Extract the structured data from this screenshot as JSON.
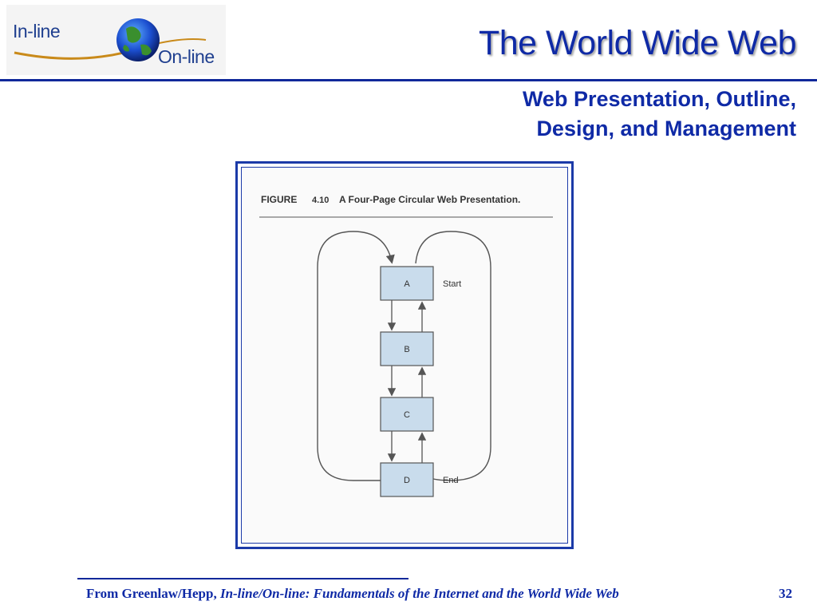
{
  "header": {
    "logo_text_1": "In-line",
    "logo_text_2": "On-line",
    "title": "The World Wide Web",
    "subtitle_line1": "Web Presentation, Outline,",
    "subtitle_line2": "Design, and Management"
  },
  "figure": {
    "caption_label": "FIGURE",
    "caption_number": "4.10",
    "caption_text": "A Four-Page Circular Web Presentation.",
    "nodes": [
      {
        "label": "A",
        "note": "Start"
      },
      {
        "label": "B",
        "note": ""
      },
      {
        "label": "C",
        "note": ""
      },
      {
        "label": "D",
        "note": "End"
      }
    ]
  },
  "footer": {
    "source_prefix": "From Greenlaw/Hepp, ",
    "source_title": "In-line/On-line: Fundamentals of the Internet and the World Wide Web",
    "page_number": "32"
  },
  "colors": {
    "accent": "#0f2aa6",
    "rule": "#10289a",
    "diagram_box": "#c9dcec",
    "diagram_stroke": "#555555"
  }
}
